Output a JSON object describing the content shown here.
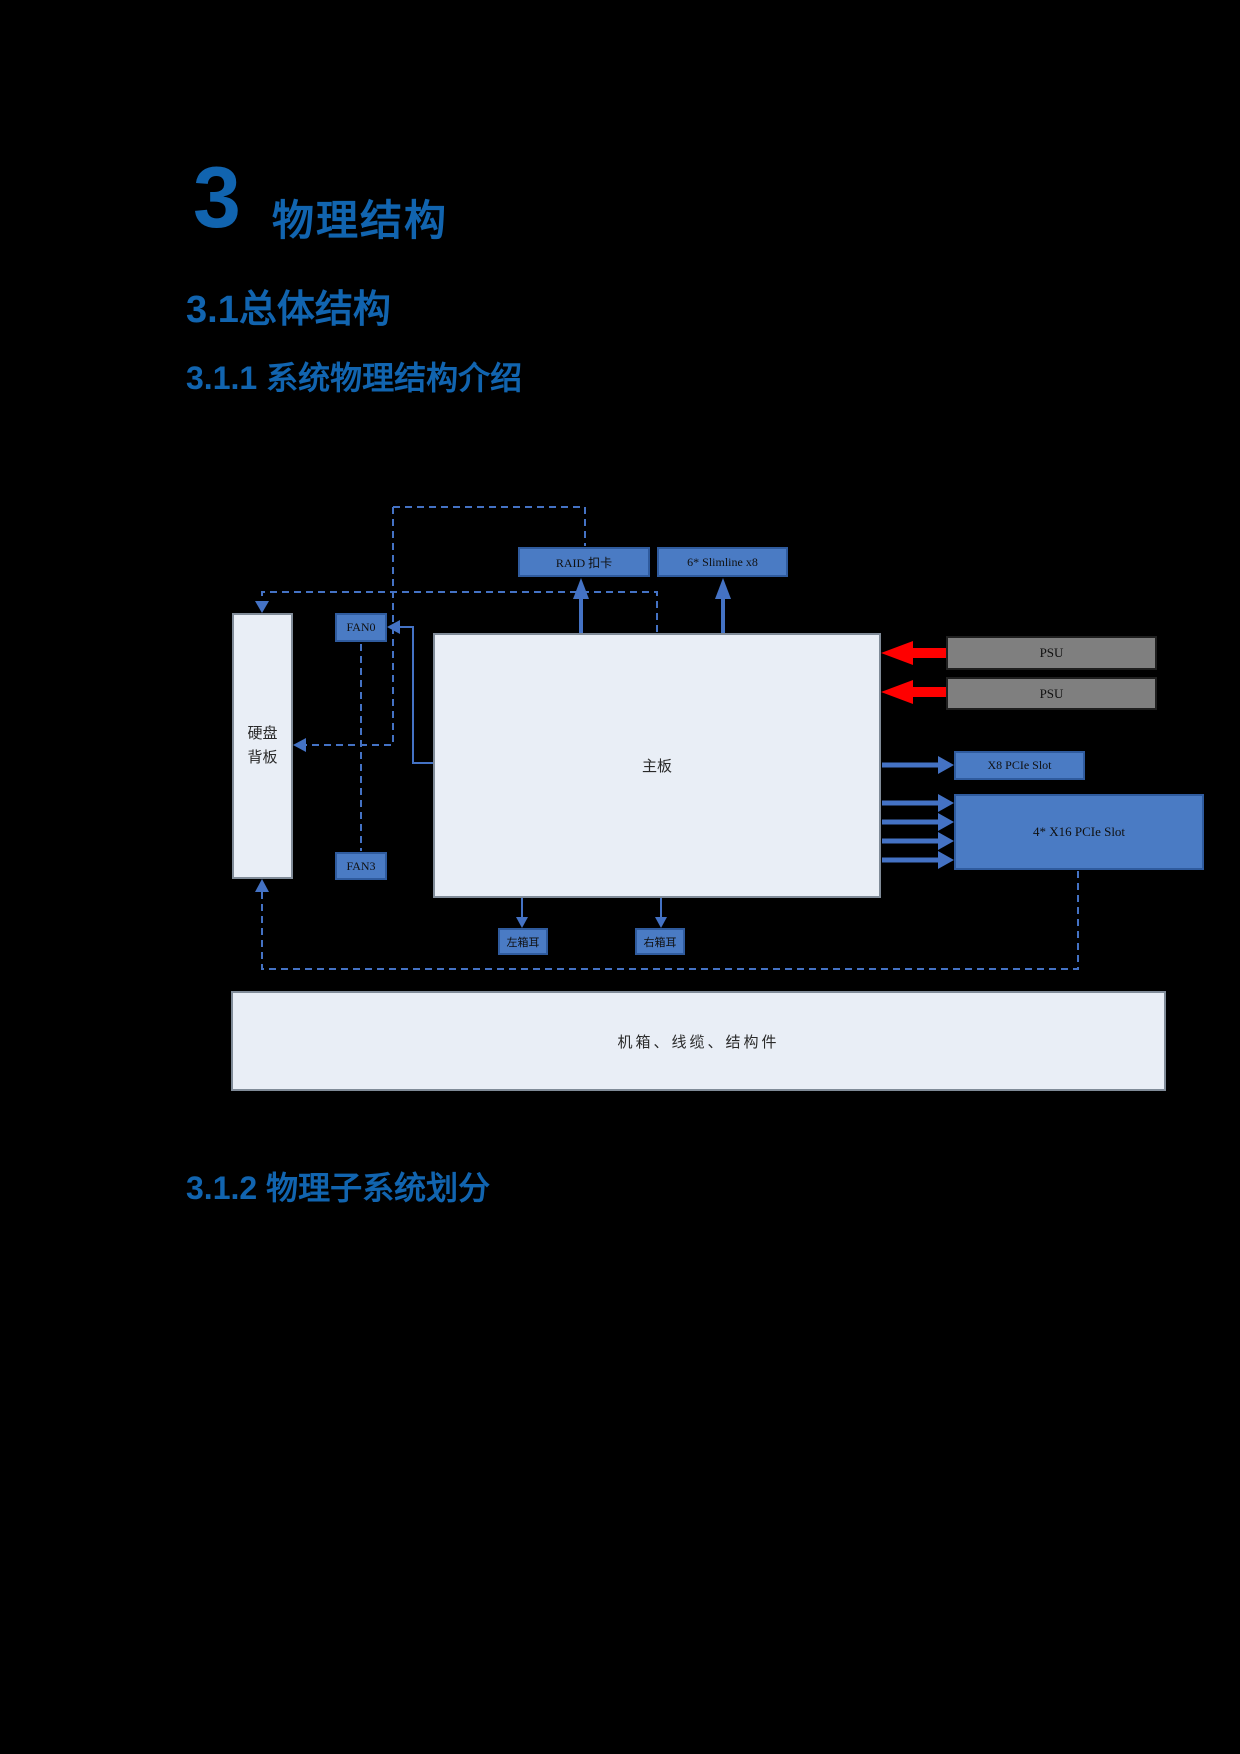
{
  "headings": {
    "chapter_number": "3",
    "chapter_title": "物理结构",
    "section_3_1": "3.1总体结构",
    "section_3_1_1": "3.1.1 系统物理结构介绍",
    "section_3_1_2": "3.1.2 物理子系统划分"
  },
  "diagram": {
    "boxes": {
      "raid_card": "RAID 扣卡",
      "slimline": "6* Slimline x8",
      "fan0": "FAN0",
      "fan3": "FAN3",
      "hdd_backplane": "硬盘背板",
      "motherboard": "主板",
      "psu1": "PSU",
      "psu2": "PSU",
      "x8_slot": "X8 PCIe Slot",
      "x16_slot": "4* X16 PCIe Slot",
      "left_ear": "左箱耳",
      "right_ear": "右箱耳",
      "chassis": "机箱、线缆、结构件"
    },
    "colors": {
      "page_bg": "#000000",
      "heading_blue": "#1164AF",
      "box_blue": "#4A7BC4",
      "box_blue_border": "#2F5B9E",
      "light_fill": "#E9EEF6",
      "light_border": "#808B98",
      "psu_grey": "#7F7F7F",
      "connector_blue": "#4472C4",
      "arrow_red": "#FF0000"
    }
  }
}
